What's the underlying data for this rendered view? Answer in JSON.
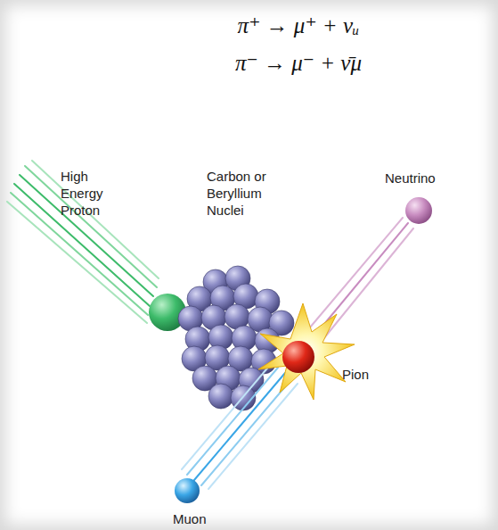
{
  "diagram": {
    "labels": [
      "π⁺ → μ⁺ + νᵤ",
      "π⁻ → μ⁻ + ν̄μ",
      "High Energy Proton",
      "Carbon or Beryllium Nuclei",
      "Neutrino",
      "Pion",
      "Muon"
    ]
  }
}
